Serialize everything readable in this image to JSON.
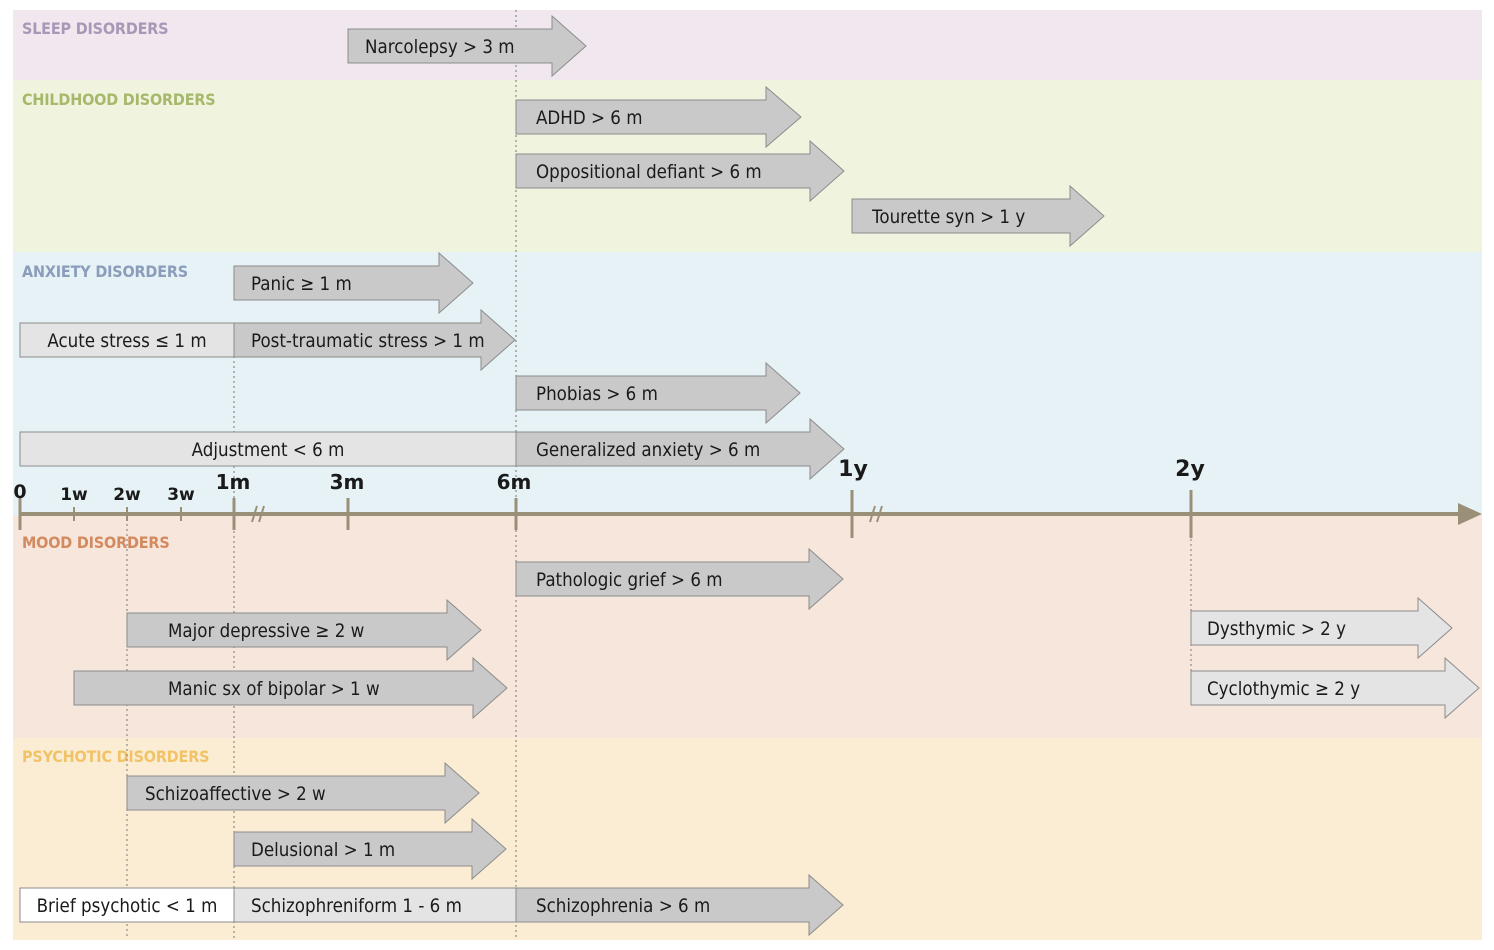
{
  "categories": {
    "sleep": {
      "label": "SLEEP DISORDERS",
      "bg": "#f0e8ee",
      "color": "#a898b8"
    },
    "childhood": {
      "label": "CHILDHOOD DISORDERS",
      "bg": "#f0f4df",
      "color": "#a6b86a"
    },
    "anxiety": {
      "label": "ANXIETY DISORDERS",
      "bg": "#e6f2f6",
      "color": "#8b9dbb"
    },
    "mood": {
      "label": "MOOD DISORDERS",
      "bg": "#f6e6dc",
      "color": "#d38a5e"
    },
    "psychotic": {
      "label": "PSYCHOTIC DISORDERS",
      "bg": "#fbedd4",
      "color": "#f2c366"
    }
  },
  "axis": {
    "ticks": [
      {
        "label": "0",
        "size": "major"
      },
      {
        "label": "1w",
        "size": "minor"
      },
      {
        "label": "2w",
        "size": "minor"
      },
      {
        "label": "3w",
        "size": "minor"
      },
      {
        "label": "1m",
        "size": "major"
      },
      {
        "label": "3m",
        "size": "major"
      },
      {
        "label": "6m",
        "size": "major"
      },
      {
        "label": "1y",
        "size": "major"
      },
      {
        "label": "2y",
        "size": "major"
      }
    ],
    "color": "#9a9078"
  },
  "disorders": [
    {
      "key": "narcolepsy",
      "label": "Narcolepsy  > 3 m"
    },
    {
      "key": "adhd",
      "label": "ADHD  > 6 m"
    },
    {
      "key": "oppositional",
      "label": "Oppositional defiant  > 6 m"
    },
    {
      "key": "tourette",
      "label": "Tourette syn  > 1 y"
    },
    {
      "key": "panic",
      "label": "Panic  ≥ 1 m"
    },
    {
      "key": "acute_stress",
      "label": "Acute stress  ≤ 1 m"
    },
    {
      "key": "ptsd",
      "label": "Post-traumatic stress  > 1 m"
    },
    {
      "key": "phobias",
      "label": "Phobias  > 6 m"
    },
    {
      "key": "adjustment",
      "label": "Adjustment  < 6 m"
    },
    {
      "key": "gad",
      "label": "Generalized anxiety  > 6 m"
    },
    {
      "key": "pathologic_grief",
      "label": "Pathologic grief  > 6 m"
    },
    {
      "key": "major_depressive",
      "label": "Major depressive  ≥ 2 w"
    },
    {
      "key": "manic",
      "label": "Manic sx of bipolar  > 1 w"
    },
    {
      "key": "dysthymic",
      "label": "Dysthymic  > 2 y"
    },
    {
      "key": "cyclothymic",
      "label": "Cyclothymic ≥ 2 y"
    },
    {
      "key": "schizoaffective",
      "label": "Schizoaffective  > 2 w"
    },
    {
      "key": "delusional",
      "label": "Delusional  > 1 m"
    },
    {
      "key": "brief_psychotic",
      "label": "Brief psychotic  < 1 m"
    },
    {
      "key": "schizophreniform",
      "label": "Schizophreniform  1 - 6 m"
    },
    {
      "key": "schizophrenia",
      "label": "Schizophrenia  > 6 m"
    }
  ],
  "colors": {
    "arrow_fill": "#c9c9c9",
    "arrow_fill_light": "#e4e4e4",
    "box_fill_white": "#ffffff",
    "arrow_stroke": "#8c8c8c"
  }
}
